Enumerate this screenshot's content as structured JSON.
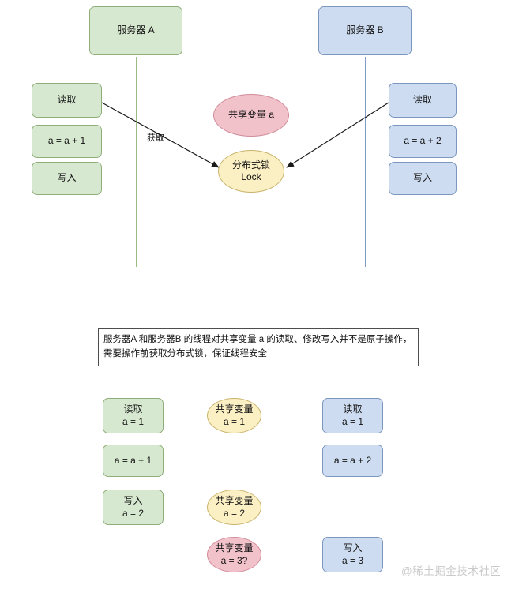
{
  "diagram": {
    "title_nodes": {
      "server_a": "服务器 A",
      "server_b": "服务器 B"
    },
    "left_column_top": [
      {
        "label": "读取"
      },
      {
        "label": "a = a + 1"
      },
      {
        "label": "写入"
      }
    ],
    "right_column_top": [
      {
        "label": "读取"
      },
      {
        "label": "a = a + 2"
      },
      {
        "label": "写入"
      }
    ],
    "center_nodes": {
      "shared_var": "共享变量 a",
      "lock_line1": "分布式锁",
      "lock_line2": "Lock"
    },
    "edges": [
      {
        "label": "获取"
      }
    ],
    "note": "服务器A 和服务器B 的线程对共享变量 a 的读取、修改写入并不是原子操作，需要操作前获取分布式锁，保证线程安全",
    "timeline": {
      "left": [
        {
          "line1": "读取",
          "line2": "a = 1"
        },
        {
          "line1": "a = a + 1",
          "line2": ""
        },
        {
          "line1": "写入",
          "line2": "a = 2"
        }
      ],
      "center": [
        {
          "line1": "共享变量",
          "line2": "a = 1",
          "state": "normal"
        },
        {
          "line1": "共享变量",
          "line2": "a = 2",
          "state": "normal"
        },
        {
          "line1": "共享变量",
          "line2": "a = 3?",
          "state": "conflict"
        }
      ],
      "right": [
        {
          "line1": "读取",
          "line2": "a = 1"
        },
        {
          "line1": "a = a + 2",
          "line2": ""
        },
        {
          "line1": "写入",
          "line2": "a = 3"
        }
      ]
    },
    "watermark": "@稀土掘金技术社区",
    "colors": {
      "green_fill": "#d7e8d0",
      "green_stroke": "#8fae79",
      "blue_fill": "#cddcf0",
      "blue_stroke": "#7c97bd",
      "yellow_fill": "#fbefc4",
      "yellow_stroke": "#c9b36a",
      "pink_fill": "#f2c2cb",
      "pink_stroke": "#d08b99",
      "arrow": "#1a1a1a",
      "note_border": "#4d4d4d"
    }
  }
}
